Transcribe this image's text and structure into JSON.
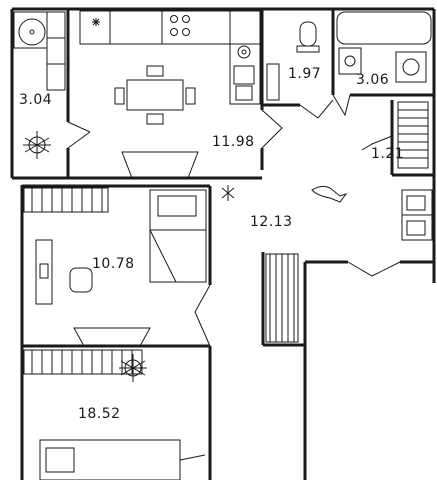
{
  "plan": {
    "areas": {
      "loggia_top": "3.04",
      "kitchen": "11.98",
      "toilet": "1.97",
      "bathroom": "3.06",
      "wardrobe": "1.21",
      "hallway": "12.13",
      "bedroom_small": "10.78",
      "bedroom_large": "18.52"
    }
  }
}
